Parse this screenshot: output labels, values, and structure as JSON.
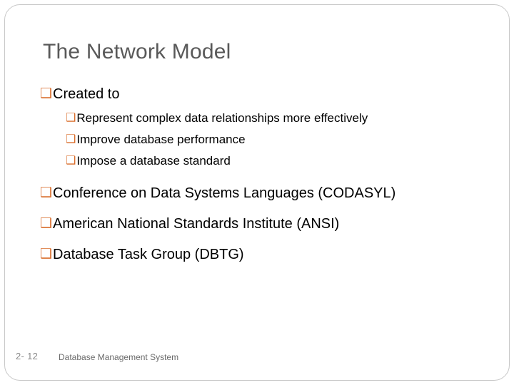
{
  "slide": {
    "title": "The Network Model",
    "bullets": [
      {
        "level": 1,
        "marker": "❑",
        "text": "Created to",
        "children": [
          {
            "level": 2,
            "marker": "❑",
            "text": "Represent complex data relationships more effectively"
          },
          {
            "level": 2,
            "marker": "❑",
            "text": "Improve database performance"
          },
          {
            "level": 2,
            "marker": "❑",
            "text": "Impose a database standard"
          }
        ]
      },
      {
        "level": 1,
        "marker": "❑",
        "text": "Conference on Data Systems Languages (CODASYL)",
        "children": []
      },
      {
        "level": 1,
        "marker": "❑",
        "text": "American National Standards Institute (ANSI)",
        "children": []
      },
      {
        "level": 1,
        "marker": "❑",
        "text": "Database Task Group (DBTG)",
        "children": []
      }
    ],
    "footer": {
      "slide_number": "2- 12",
      "note": "Database Management System"
    },
    "colors": {
      "title": "#595959",
      "bullet_marker": "#d96d2b",
      "body_text": "#000000",
      "footer": "#6b6b6b",
      "frame": "#c8c8c8"
    }
  }
}
